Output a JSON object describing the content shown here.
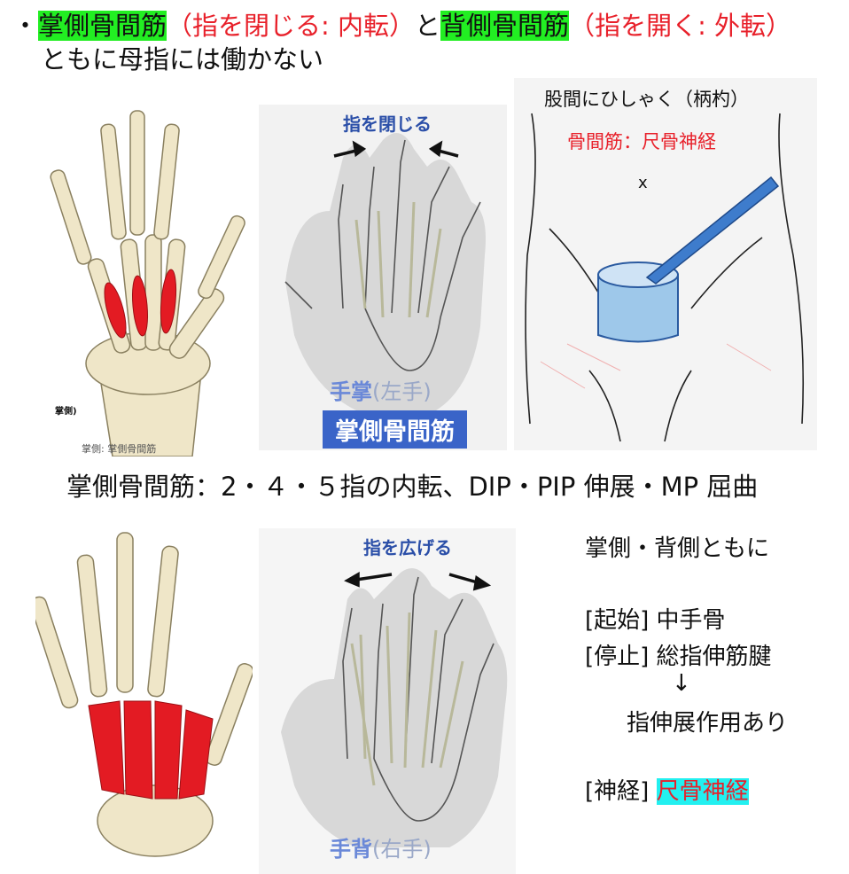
{
  "header": {
    "bullet": "・",
    "muscle1": "掌側骨間筋",
    "desc1": "（指を閉じる: 内転）",
    "conj": "と",
    "muscle2": "背側骨間筋",
    "desc2": "（指を開く: 外転）",
    "line2": "ともに母指には働かない"
  },
  "palmar_illustration": {
    "label_small": "掌側)",
    "caption": "掌側: 掌側骨間筋"
  },
  "palmar_diagram": {
    "title": "指を閉じる",
    "hand_label": "手掌",
    "hand_side": "(左手)",
    "box_label": "掌側骨間筋"
  },
  "sketch": {
    "title": "股間にひしゃく（柄杓）",
    "subtitle": "骨間筋：尺骨神経",
    "mark": "x"
  },
  "middle_caption": "掌側骨間筋：2・４・５指の内転、DIP・PIP 伸展・MP 屈曲",
  "dorsal_diagram": {
    "title": "指を広げる",
    "hand_label": "手背",
    "hand_side": "(右手)"
  },
  "side_notes": {
    "common": "掌側・背側ともに",
    "origin": "[起始] 中手骨",
    "insertion": "[停止] 総指伸筋腱",
    "arrow": "↓",
    "effect": "指伸展作用あり",
    "nerve_label": "[神経]",
    "nerve_value": "尺骨神経"
  },
  "colors": {
    "highlight_green": "#22ee22",
    "highlight_cyan": "#22f0f0",
    "red_text": "#e8202a",
    "muscle_red": "#e31b23",
    "label_blue": "#3a64c8"
  }
}
